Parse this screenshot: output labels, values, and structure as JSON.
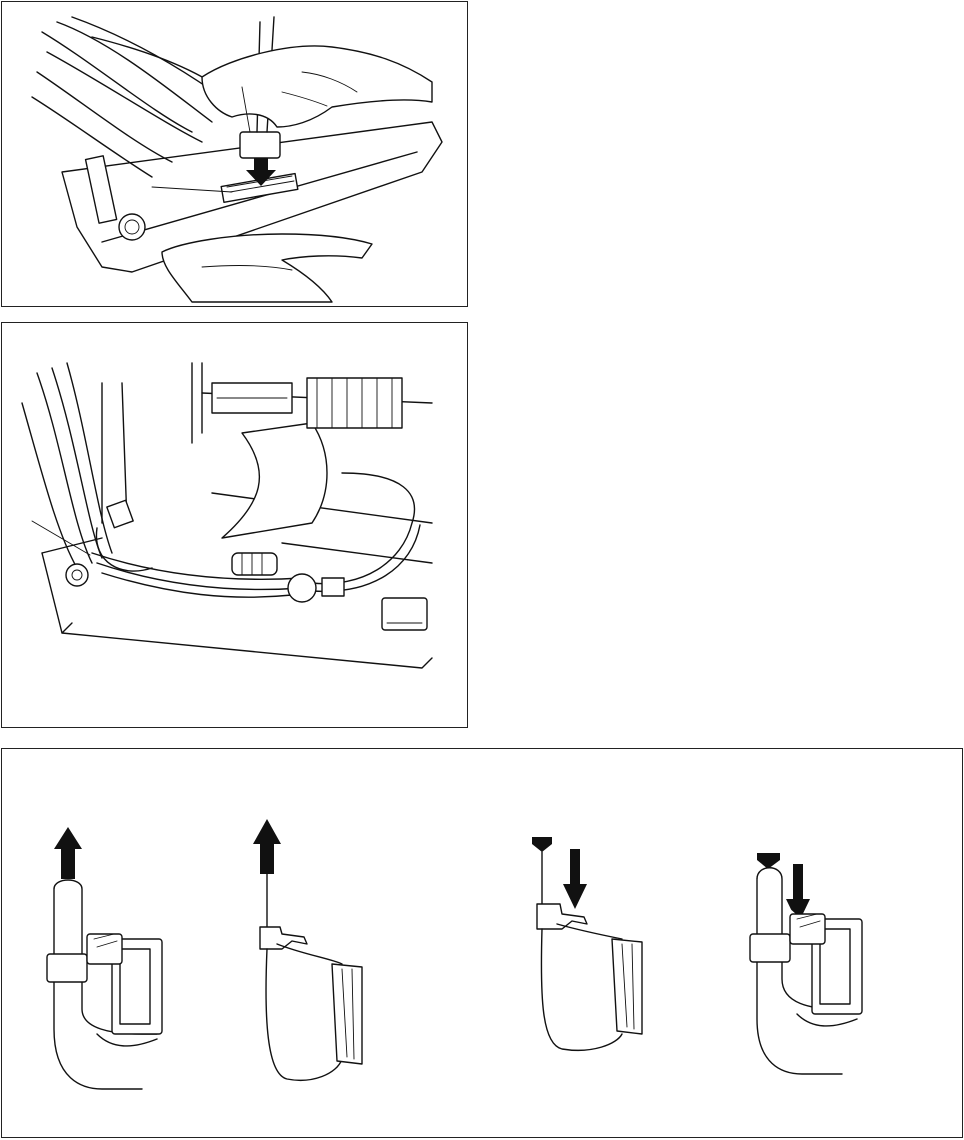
{
  "figures": [
    {
      "id": "figure-1",
      "content": "connector-insertion-illustration"
    },
    {
      "id": "figure-2",
      "content": "cable-routing-illustration"
    },
    {
      "id": "figure-3",
      "content": "cable-clamp-steps-illustration"
    }
  ],
  "icons": {
    "arrow": "arrow-icon",
    "hand": "hand-icon",
    "clamp": "cable-clamp-icon"
  },
  "colors": {
    "ink": "#111111",
    "paper": "#ffffff",
    "frame": "#222222"
  }
}
